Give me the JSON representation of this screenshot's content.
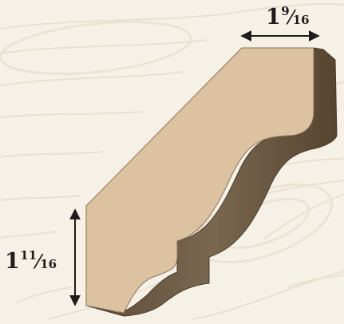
{
  "dimensions": {
    "top_width": {
      "whole": "1",
      "numerator": "9",
      "denominator": "16"
    },
    "side_height": {
      "whole": "1",
      "numerator": "11",
      "denominator": "16"
    }
  },
  "colors": {
    "background": "#f6f1e7",
    "wood_grain": "#e9e0cf",
    "molding_face": "#dcc2a0",
    "molding_side": "#6f5c44",
    "arrow": "#1f1d1b"
  }
}
